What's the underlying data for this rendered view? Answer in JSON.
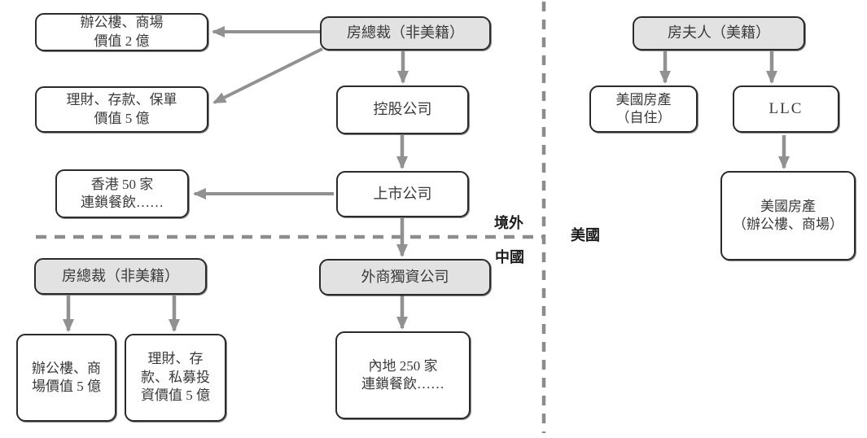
{
  "diagram": {
    "region_labels": {
      "offshore": "境外",
      "china": "中國",
      "usa": "美國"
    },
    "nodes": {
      "office_mall_2": {
        "lines": [
          "辦公樓、商場",
          "價值 2 億"
        ],
        "fill": "white"
      },
      "wealth_policy_5": {
        "lines": [
          "理財、存款、保單",
          "價值 5 億"
        ],
        "fill": "white"
      },
      "president_top": {
        "lines": [
          "房總裁（非美籍）"
        ],
        "fill": "gray"
      },
      "holding_co": {
        "lines": [
          "控股公司"
        ],
        "fill": "white"
      },
      "hk_chain": {
        "lines": [
          "香港 50 家",
          "連鎖餐飲……"
        ],
        "fill": "white"
      },
      "listed_co": {
        "lines": [
          "上市公司"
        ],
        "fill": "white"
      },
      "wfoe": {
        "lines": [
          "外商獨資公司"
        ],
        "fill": "gray"
      },
      "mainland_chain": {
        "lines": [
          "內地 250 家",
          "連鎖餐飲……"
        ],
        "fill": "white"
      },
      "president_bottom": {
        "lines": [
          "房總裁（非美籍）"
        ],
        "fill": "gray"
      },
      "office_mall_5": {
        "lines": [
          "辦公樓、商",
          "場價值 5 億"
        ],
        "fill": "white"
      },
      "wealth_pe_5": {
        "lines": [
          "理財、存",
          "款、私募投",
          "資價值 5 億"
        ],
        "fill": "white"
      },
      "wife": {
        "lines": [
          "房夫人（美籍）"
        ],
        "fill": "gray"
      },
      "us_home": {
        "lines": [
          "美國房產",
          "（自住）"
        ],
        "fill": "white"
      },
      "llc": {
        "lines": [
          "LLC"
        ],
        "fill": "white"
      },
      "us_office_mall": {
        "lines": [
          "美國房產",
          "（辦公樓、商場）"
        ],
        "fill": "white"
      }
    },
    "edges": [
      {
        "from": "president_top",
        "to": "office_mall_2"
      },
      {
        "from": "president_top",
        "to": "wealth_policy_5"
      },
      {
        "from": "president_top",
        "to": "holding_co"
      },
      {
        "from": "holding_co",
        "to": "listed_co"
      },
      {
        "from": "listed_co",
        "to": "hk_chain"
      },
      {
        "from": "listed_co",
        "to": "wfoe"
      },
      {
        "from": "wfoe",
        "to": "mainland_chain"
      },
      {
        "from": "president_bottom",
        "to": "office_mall_5"
      },
      {
        "from": "president_bottom",
        "to": "wealth_pe_5"
      },
      {
        "from": "wife",
        "to": "us_home"
      },
      {
        "from": "wife",
        "to": "llc"
      },
      {
        "from": "llc",
        "to": "us_office_mall"
      }
    ],
    "colors": {
      "node_fill_gray": "#e2e2e2",
      "node_fill_white": "#ffffff",
      "node_border": "#2b2b2b",
      "arrow": "#919191",
      "dashed_line": "#8c8c8c",
      "text": "#3a3a3a",
      "label_text": "#1c1c1c"
    }
  }
}
